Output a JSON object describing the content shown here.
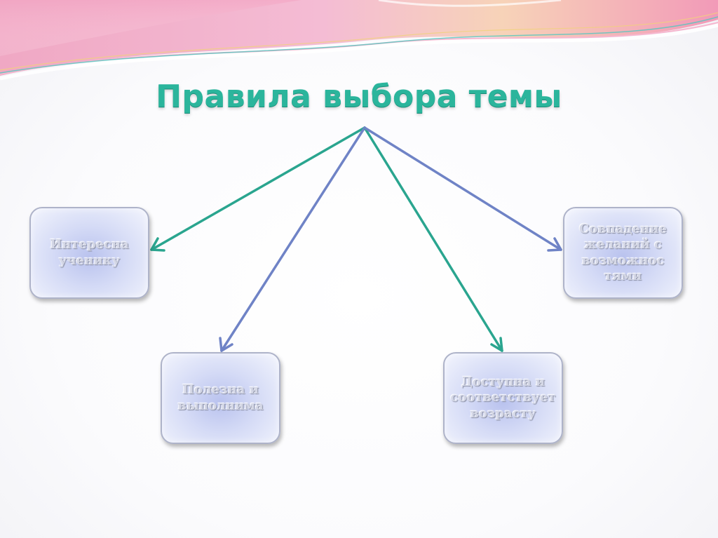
{
  "title": "Правила выбора темы",
  "nodes": {
    "interesting": "Интересна ученику",
    "useful": "Полезна и выполнима",
    "accessible": "Доступна и соответствует возрасту",
    "wishes": "Совпадение желаний с возможнос тями"
  },
  "colors": {
    "teal_arrow": "#2aa58f",
    "blue_arrow": "#6f83c6",
    "title": "#2bb59c"
  }
}
